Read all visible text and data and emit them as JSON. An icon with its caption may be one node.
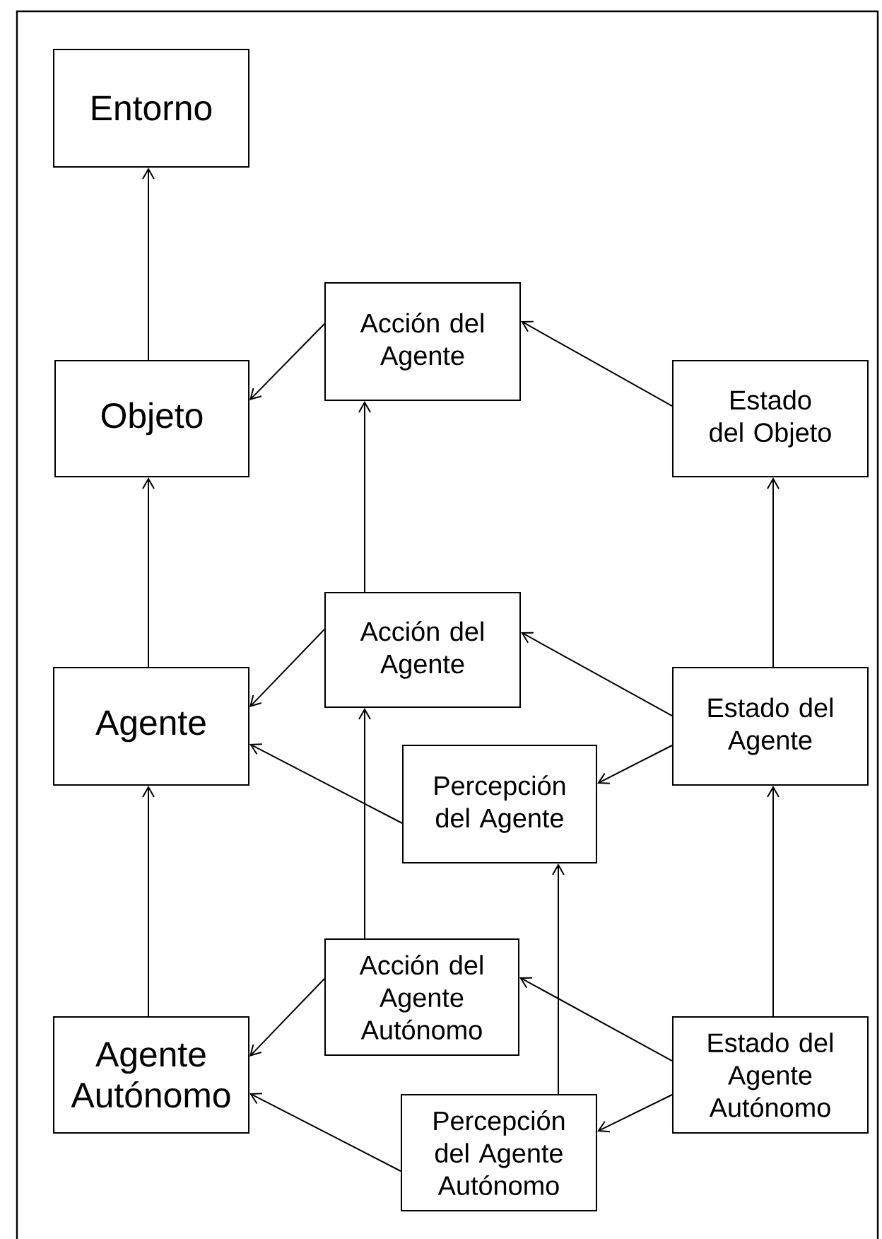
{
  "diagram": {
    "nodes": [
      {
        "text": [
          "Entorno"
        ]
      },
      {
        "text": [
          "Objeto"
        ]
      },
      {
        "text": [
          "Acción del Agente"
        ]
      },
      {
        "text": [
          "Estado del Objeto"
        ]
      },
      {
        "text": [
          "Agente"
        ]
      },
      {
        "text": [
          "Acción del Agente"
        ]
      },
      {
        "text": [
          "Estado del Agente"
        ]
      },
      {
        "text": [
          "Percepción del Agente"
        ]
      },
      {
        "text": [
          "Acción del Agente Autónomo"
        ]
      },
      {
        "text": [
          "Agente Autónomo"
        ]
      },
      {
        "text": [
          "Estado del Agente Autónomo"
        ]
      },
      {
        "text": [
          "Percepción del Agente Autónomo"
        ]
      }
    ],
    "edges": [
      {
        "from": 1,
        "to": 0,
        "arrow": "to"
      },
      {
        "from": 4,
        "to": 1,
        "arrow": "to"
      },
      {
        "from": 9,
        "to": 4,
        "arrow": "to"
      },
      {
        "from": 2,
        "to": 1,
        "arrow": "to"
      },
      {
        "from": 3,
        "to": 2,
        "arrow": "to"
      },
      {
        "from": 5,
        "to": 2,
        "arrow": "to"
      },
      {
        "from": 6,
        "to": 3,
        "arrow": "to"
      },
      {
        "from": 5,
        "to": 4,
        "arrow": "to"
      },
      {
        "from": 6,
        "to": 5,
        "arrow": "to"
      },
      {
        "from": 6,
        "to": 7,
        "arrow": "to"
      },
      {
        "from": 7,
        "to": 4,
        "arrow": "to"
      },
      {
        "from": 8,
        "to": 5,
        "arrow": "to"
      },
      {
        "from": 11,
        "to": 7,
        "arrow": "to"
      },
      {
        "from": 10,
        "to": 6,
        "arrow": "to"
      },
      {
        "from": 8,
        "to": 9,
        "arrow": "to"
      },
      {
        "from": 10,
        "to": 8,
        "arrow": "to"
      },
      {
        "from": 10,
        "to": 11,
        "arrow": "to"
      },
      {
        "from": 11,
        "to": 9,
        "arrow": "to"
      }
    ]
  }
}
